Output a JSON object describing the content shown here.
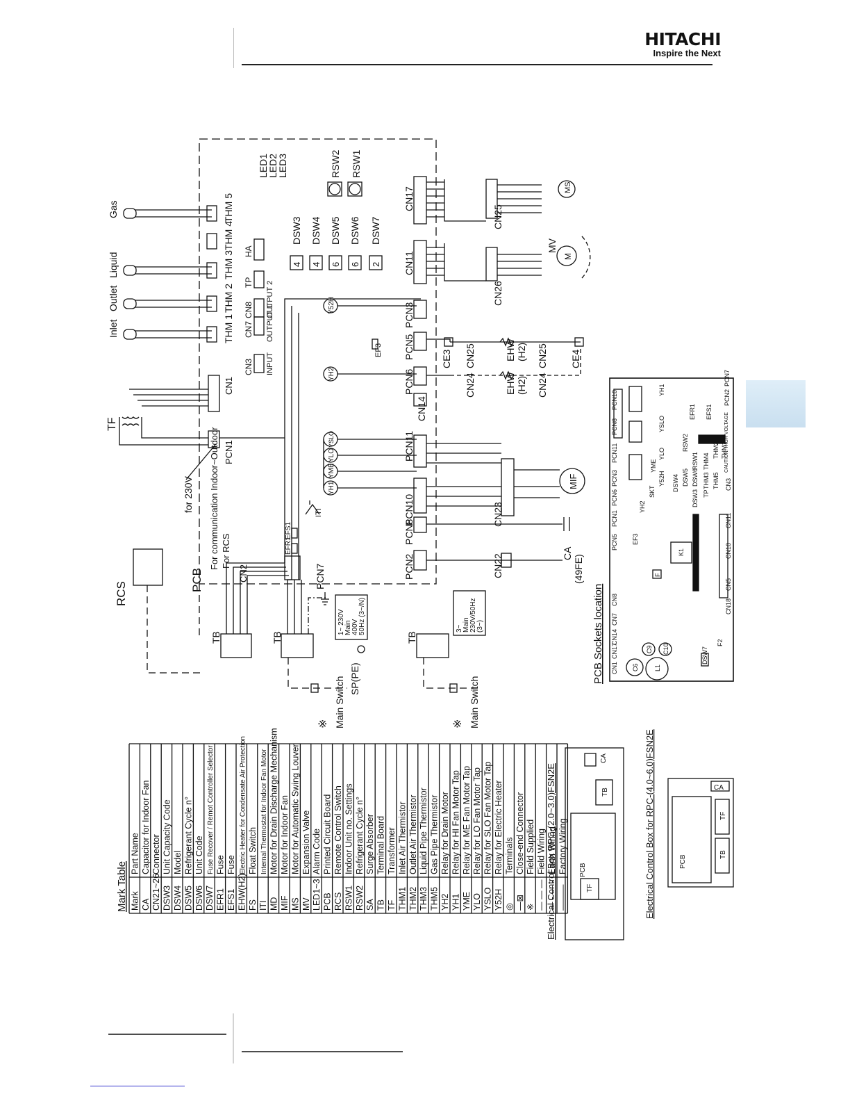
{
  "header": {
    "brand": "HITACHI",
    "tagline": "Inspire the Next"
  },
  "labels": {
    "rcs": "RCS",
    "pcb": "PCB",
    "tf": "TF",
    "tb": "TB",
    "for230": "for 230V",
    "comm": "For communication Indoor~Outdoor",
    "forRcs": "For RCS",
    "gas": "Gas",
    "liquid": "Liquid",
    "outlet": "Outlet",
    "inlet": "Inlet",
    "thm1": "THM 1",
    "thm2": "THM 2",
    "thm3": "THM 3",
    "thm4": "THM 4",
    "thm5": "THM 5",
    "cn1": "CN1",
    "cn2": "CN2",
    "cn3": "CN3",
    "cn7": "CN7",
    "cn8": "CN8",
    "cn11": "CN11",
    "cn14": "CN14",
    "cn17": "CN17",
    "cn22": "CN22",
    "cn23": "CN23",
    "cn24": "CN24",
    "cn25": "CN25",
    "cn26": "CN26",
    "tp": "TP",
    "ha": "HA",
    "input": "INPUT",
    "output1": "OUTPUT 1",
    "output2": "OUTPUT 2",
    "dsw3": "DSW3",
    "dsw4": "DSW4",
    "dsw5": "DSW5",
    "dsw6": "DSW6",
    "dsw7": "DSW7",
    "dsw3v": "4",
    "dsw4v": "4",
    "dsw5v": "6",
    "dsw6v": "6",
    "dsw7v": "2",
    "rsw1": "RSW1",
    "rsw2": "RSW2",
    "led1": "LED1",
    "led2": "LED2",
    "led3": "LED3",
    "pcn1": "PCN1",
    "pcn2": "PCN2",
    "pcn3": "PCN3",
    "pcn5": "PCN5",
    "pcn6": "PCN6",
    "pcn7": "PCN7",
    "pcn8": "PCN8",
    "pcn10": "PCN10",
    "pcn11": "PCN11",
    "y52h": "Y52H",
    "yh2": "YH2",
    "yh1": "YH1",
    "yme": "YME",
    "ylo": "YLO",
    "yslo": "YSLO",
    "ef3": "EF3",
    "efr1": "EFR1",
    "efs1": "EFS1",
    "ce3": "CE3",
    "ce4": "CE4",
    "ehw": "EHW",
    "h2": "(H2)",
    "mif": "MIF",
    "mv": "MV",
    "ms": "MS",
    "m": "M",
    "ca": "CA",
    "fe49": "(49FE)",
    "iti": "ITI",
    "sp": "SP(PE)",
    "mainSwitch": "Main Switch",
    "mark": "※",
    "power1": [
      "1~ 230V",
      "Main",
      "400V",
      "50Hz (3~/N)"
    ],
    "power2": [
      "3~",
      "Main",
      "230V/50Hz",
      "(3~)"
    ]
  },
  "pcb_location": {
    "title": "PCB Sockets location",
    "labels": [
      "PCN10",
      "PCN8",
      "PCN11",
      "PCN3",
      "PCN6",
      "PCN1",
      "PCN5",
      "CN8",
      "CN7",
      "CN14",
      "CN17",
      "CN1",
      "CN3",
      "CN11",
      "CN10",
      "CN5",
      "CN18",
      "RSW2",
      "RSW1",
      "DSW7",
      "DSW4",
      "DSW5",
      "DSW6",
      "DSW3",
      "THM4",
      "THM2",
      "THM3",
      "THM1",
      "THM5",
      "TP",
      "EFR1",
      "EFS1",
      "EF3",
      "YH1",
      "YSLO",
      "YLO",
      "YME",
      "Y52H",
      "YH2",
      "SKT",
      "K1",
      "F",
      "L1",
      "C6",
      "C9",
      "C10",
      "F2",
      "PCN2",
      "PCN7",
      "CAUTION: HIGH VOLTAGE"
    ]
  },
  "mark_table": {
    "title": "Mark Table",
    "headers": [
      "Mark",
      "Part Name"
    ],
    "rows": [
      [
        "CA",
        "Capacitor for Indoor Fan"
      ],
      [
        "CN21~26",
        "Connector"
      ],
      [
        "DSW3",
        "Unit Capacity Code"
      ],
      [
        "DSW4",
        "Model"
      ],
      [
        "DSW5",
        "Refrigerant Cycle n°"
      ],
      [
        "DSW6",
        "Unit Code"
      ],
      [
        "DSW7",
        "Fuse Recover / Remot Controller Selector"
      ],
      [
        "EFR1",
        "Fuse"
      ],
      [
        "EFS1",
        "Fuse"
      ],
      [
        "EHW(H2)",
        "Electric Heater for Condensate Air Protection"
      ],
      [
        "FS",
        "Float Switch"
      ],
      [
        "ITI",
        "Internal Thermostat for Indoor Fan Motor"
      ],
      [
        "MD",
        "Motor for Drain Discharge Mechanism"
      ],
      [
        "MIF",
        "Motor for Indoor Fan"
      ],
      [
        "MS",
        "Motor for Automatic Swing Louver"
      ],
      [
        "MV",
        "Expansion Valve"
      ],
      [
        "LED1~3",
        "Alarm Code"
      ],
      [
        "PCB",
        "Printed Circuit Board"
      ],
      [
        "RCS",
        "Remote Control Switch"
      ],
      [
        "RSW1",
        "Indoor Unit no. Settings"
      ],
      [
        "RSW2",
        "Refrigerant Cycle n°"
      ],
      [
        "SA",
        "Surge Absorber"
      ],
      [
        "TB",
        "Terminal Board"
      ],
      [
        "TF",
        "Transformer"
      ],
      [
        "THM1",
        "Inlet Air Thermistor"
      ],
      [
        "THM2",
        "Outlet Air Thermistor"
      ],
      [
        "THM3",
        "Liquid Pipe Thermistor"
      ],
      [
        "THM5",
        "Gas Pipe Thermistor"
      ],
      [
        "YH2",
        "Relay for Drain Motor"
      ],
      [
        "YH1",
        "Relay for HI Fan Motor Tap"
      ],
      [
        "YME",
        "Relay for ME Fan Motor Tap"
      ],
      [
        "YLO",
        "Relay for LO Fan Motor Tap"
      ],
      [
        "YSLO",
        "Relay for SLO Fan Motor Tap"
      ],
      [
        "Y52H",
        "Relay for Electric Heater"
      ],
      [
        "◎",
        "Terminals"
      ],
      [
        "—⊠",
        "Close-end Connector"
      ],
      [
        "※",
        "Field Supplied"
      ],
      [
        "— — —",
        "Field Wiring"
      ],
      [
        "— - — -",
        "Earth Wiring"
      ],
      [
        "———",
        "Factory Wiring"
      ]
    ]
  },
  "control_boxes": [
    {
      "title": "Electrical Control Box RPC-(2.0~3.0)FSN2E",
      "labels": [
        "PCB",
        "TF",
        "TB",
        "CA"
      ]
    },
    {
      "title": "Electrical Control Box for RPC-(4.0~6.0)FSN2E",
      "labels": [
        "PCB",
        "TF",
        "TB",
        "CA"
      ]
    }
  ]
}
